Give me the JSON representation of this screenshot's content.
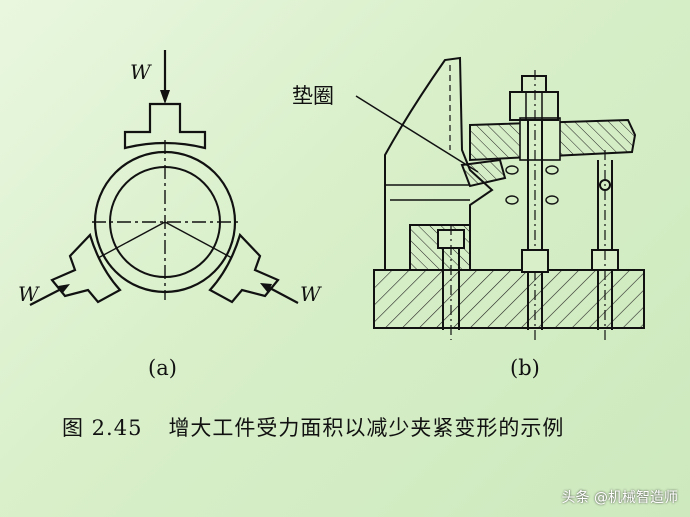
{
  "figure_a": {
    "force_label_top": "W",
    "force_label_left": "W",
    "force_label_right": "W",
    "sub_label": "(a)"
  },
  "figure_b": {
    "callout": "垫圈",
    "sub_label": "(b)"
  },
  "caption": {
    "number": "图 2.45",
    "text": "增大工件受力面积以减少夹紧变形的示例"
  },
  "watermark": "头条 @机械智造师"
}
